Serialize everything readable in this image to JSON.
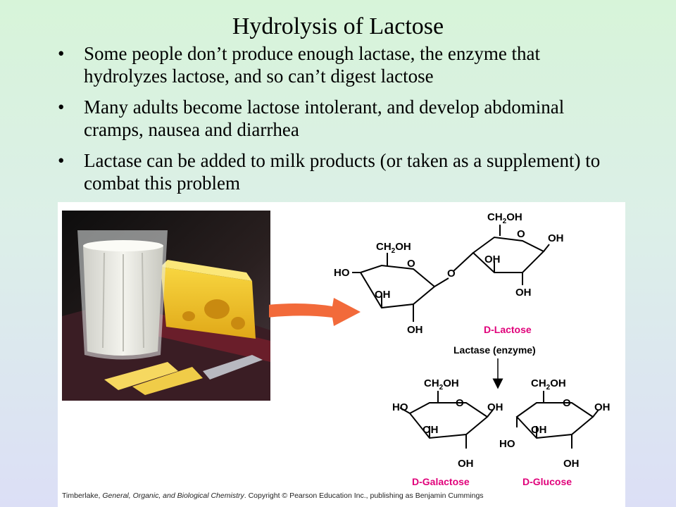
{
  "slide": {
    "title": "Hydrolysis of Lactose",
    "bullets": [
      "Some people don’t produce enough lactase, the enzyme that hydrolyzes lactose, and so can’t digest lactose",
      "Many adults become lactose intolerant, and develop abdominal cramps, nausea and diarrhea",
      "Lactase can be added to milk products (or taken as a supplement) to combat this problem"
    ]
  },
  "figure": {
    "lactose_label": "D-Lactose",
    "enzyme_label": "Lactase (enzyme)",
    "galactose_label": "D-Galactose",
    "glucose_label": "D-Glucose",
    "group_labels": {
      "ch2oh": "CH2OH",
      "oh": "OH",
      "ho": "HO",
      "o": "O"
    },
    "label_color": "#e0007a",
    "arrow_color": "#f26a3a",
    "credit_prefix": "Timberlake, ",
    "credit_title": "General, Organic, and Biological Chemistry",
    "credit_suffix": ".  Copyright © Pearson Education Inc., publishing as Benjamin Cummings"
  }
}
